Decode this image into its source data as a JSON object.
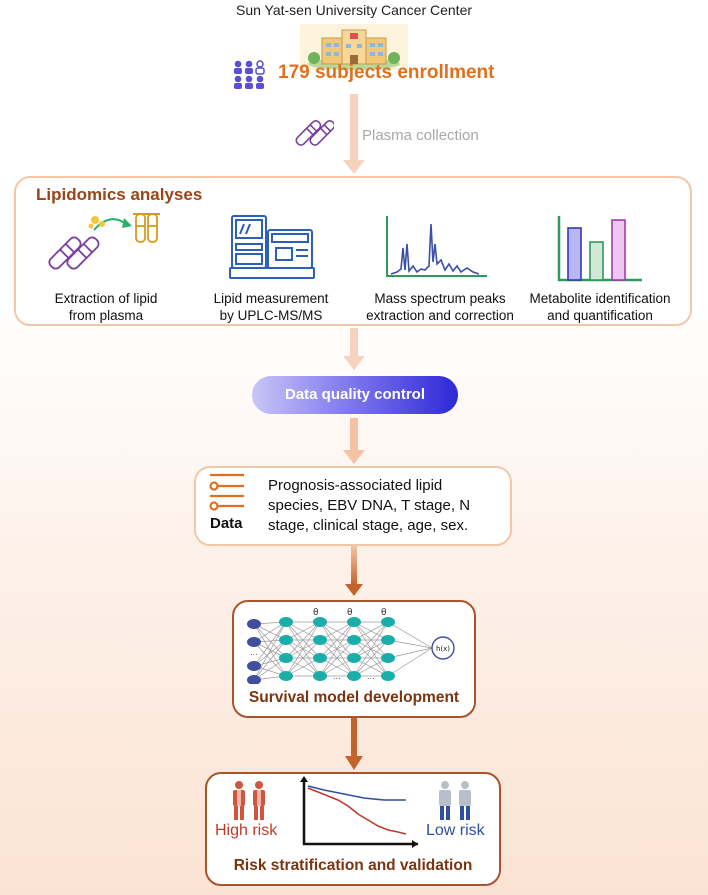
{
  "header": {
    "institution": "Sun Yat-sen University Cancer Center"
  },
  "enrollment": {
    "label": "179 subjects enrollment"
  },
  "collection": {
    "label": "Plasma collection"
  },
  "lipidomics": {
    "title": "Lipidomics analyses",
    "steps": [
      {
        "line1": "Extraction of lipid",
        "line2": "from plasma"
      },
      {
        "line1": "Lipid measurement",
        "line2": "by UPLC-MS/MS"
      },
      {
        "line1": "Mass spectrum peaks",
        "line2": "extraction and correction"
      },
      {
        "line1": "Metabolite identification",
        "line2": "and quantification"
      }
    ]
  },
  "qc": {
    "label": "Data quality control"
  },
  "data": {
    "label": "Data",
    "line1": "Prognosis-associated lipid",
    "line2": "species, EBV DNA, T stage, N",
    "line3": "stage, clinical stage, age, sex."
  },
  "model": {
    "caption": "Survival model development",
    "theta": "θ",
    "output": "h(x)",
    "ellipsis": "..."
  },
  "risk": {
    "high": "High risk",
    "low": "Low risk",
    "caption": "Risk stratification and validation"
  },
  "colors": {
    "orange": "#e0701f",
    "brown": "#a9542a",
    "purple": "#5a4fd6",
    "teal": "#1aaea8",
    "node_dark": "#3e4fa0",
    "red": "#c0392b",
    "blue": "#2f4fa0"
  }
}
